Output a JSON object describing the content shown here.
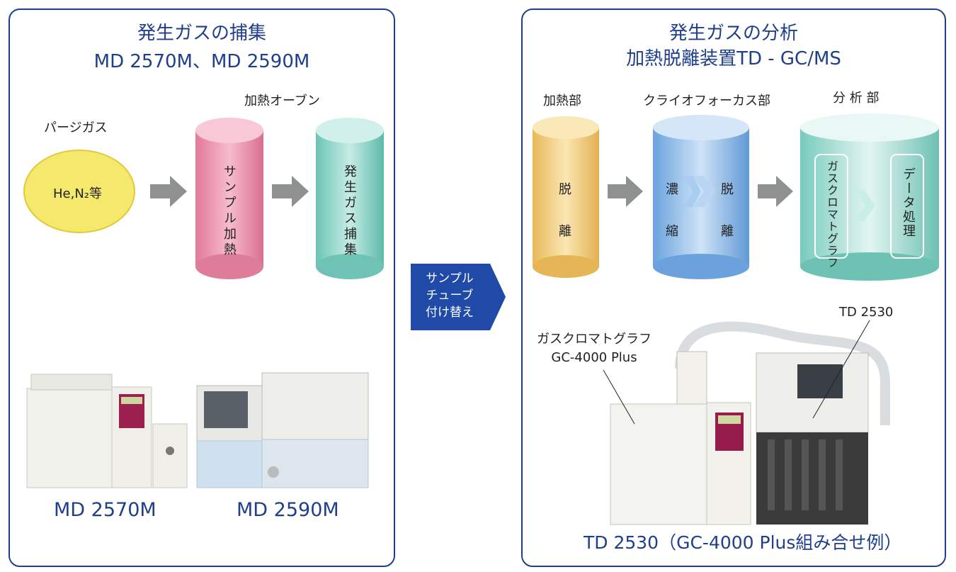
{
  "left": {
    "title_line1": "発生ガスの捕集",
    "title_line2": "MD 2570M、MD 2590M",
    "purge_label": "パージガス",
    "oven_label": "加熱オーブン",
    "gas_ellipse_text": "He,N₂等",
    "cyl1_text": "サンプル加熱",
    "cyl2_text": "発生ガス捕集",
    "models": [
      "MD 2570M",
      "MD 2590M"
    ]
  },
  "swap": {
    "line1": "サンプル",
    "line2": "チューブ",
    "line3": "付け替え"
  },
  "right": {
    "title_line1": "発生ガスの分析",
    "title_line2": "加熱脱離装置TD - GC/MS",
    "heating_label": "加熱部",
    "cryo_label": "クライオフォーカス部",
    "analysis_label": "分 析 部",
    "desorb1_a": "脱",
    "desorb1_b": "離",
    "concentrate_a": "濃",
    "concentrate_b": "縮",
    "desorb2_a": "脱",
    "desorb2_b": "離",
    "gc_text": "ガスクロマトグラフ",
    "data_text": "データ処理",
    "gc_callout_line1": "ガスクロマトグラフ",
    "gc_callout_line2": "GC-4000 Plus",
    "td_callout": "TD 2530",
    "caption": "TD 2530（GC-4000 Plus組み合せ例）"
  },
  "colors": {
    "frame": "#1f3f8c",
    "pink": "#e88aa6",
    "teal": "#7fcfc2",
    "yellow": "#f4e96c",
    "gold": "#f0c768",
    "blue": "#7fb3e6",
    "arrow": "#8f9191"
  }
}
